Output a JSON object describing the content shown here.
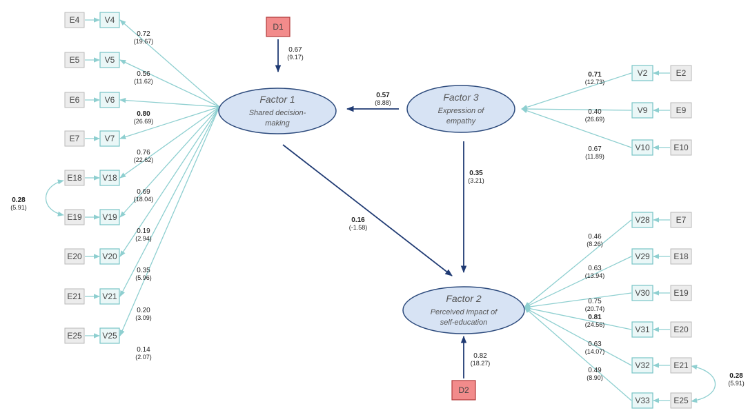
{
  "factors": {
    "factor1": {
      "title": "Factor 1",
      "subtitle_line1": "Shared decision-",
      "subtitle_line2": "making"
    },
    "factor2": {
      "title": "Factor 2",
      "subtitle_line1": "Perceived impact of",
      "subtitle_line2": "self-education"
    },
    "factor3": {
      "title": "Factor 3",
      "subtitle_line1": "Expression of",
      "subtitle_line2": "empathy"
    }
  },
  "disturbances": {
    "d1": {
      "label": "D1",
      "coef": "0.67",
      "t": "(9.17)"
    },
    "d2": {
      "label": "D2",
      "coef": "0.82",
      "t": "(18.27)"
    }
  },
  "paths": {
    "f3_f1": {
      "coef": "0.57",
      "t": "(8.88)",
      "bold": true
    },
    "f3_f2": {
      "coef": "0.35",
      "t": "(3.21)",
      "bold": true
    },
    "f1_f2": {
      "coef": "0.16",
      "t": "(-1.58)",
      "bold": true
    }
  },
  "left_indicators": [
    {
      "error": "E4",
      "var": "V4",
      "coef": "0.72",
      "t": "(19.67)",
      "bold": false
    },
    {
      "error": "E5",
      "var": "V5",
      "coef": "0.56",
      "t": "(11.62)",
      "bold": false
    },
    {
      "error": "E6",
      "var": "V6",
      "coef": "0.80",
      "t": "(26.69)",
      "bold": true
    },
    {
      "error": "E7",
      "var": "V7",
      "coef": "0.76",
      "t": "(22.62)",
      "bold": false
    },
    {
      "error": "E18",
      "var": "V18",
      "coef": "0.69",
      "t": "(18.04)",
      "bold": false
    },
    {
      "error": "E19",
      "var": "V19",
      "coef": "0.19",
      "t": "(2.94)",
      "bold": false
    },
    {
      "error": "E20",
      "var": "V20",
      "coef": "0.35",
      "t": "(5.96)",
      "bold": false
    },
    {
      "error": "E21",
      "var": "V21",
      "coef": "0.20",
      "t": "(3.09)",
      "bold": false
    },
    {
      "error": "E25",
      "var": "V25",
      "coef": "0.14",
      "t": "(2.07)",
      "bold": false
    }
  ],
  "right_top_indicators": [
    {
      "error": "E2",
      "var": "V2",
      "coef": "0.71",
      "t": "(12.73)",
      "bold": true
    },
    {
      "error": "E9",
      "var": "V9",
      "coef": "0.40",
      "t": "(26.69)",
      "bold": false
    },
    {
      "error": "E10",
      "var": "V10",
      "coef": "0.67",
      "t": "(11.89)",
      "bold": false
    }
  ],
  "right_bottom_indicators": [
    {
      "error": "E7",
      "var": "V28",
      "coef": "0.46",
      "t": "(8.26)",
      "bold": false
    },
    {
      "error": "E18",
      "var": "V29",
      "coef": "0.63",
      "t": "(13.94)",
      "bold": false
    },
    {
      "error": "E19",
      "var": "V30",
      "coef": "0.75",
      "t": "(20.74)",
      "bold": false
    },
    {
      "error": "E20",
      "var": "V31",
      "coef": "0.81",
      "t": "(24.56)",
      "bold": true
    },
    {
      "error": "E21",
      "var": "V32",
      "coef": "0.63",
      "t": "(14.07)",
      "bold": false
    },
    {
      "error": "E25",
      "var": "V33",
      "coef": "0.49",
      "t": "(8.90)",
      "bold": false
    }
  ],
  "covariances": {
    "left": {
      "coef": "0.28",
      "t": "(5.91)",
      "bold": true
    },
    "right": {
      "coef": "0.28",
      "t": "(5.91)",
      "bold": true
    }
  },
  "colors": {
    "indicator_line": "#8ecfd0",
    "structural_line": "#1f3a73",
    "factor_fill": "#d7e3f4",
    "disturbance_fill": "#f28b8b"
  }
}
